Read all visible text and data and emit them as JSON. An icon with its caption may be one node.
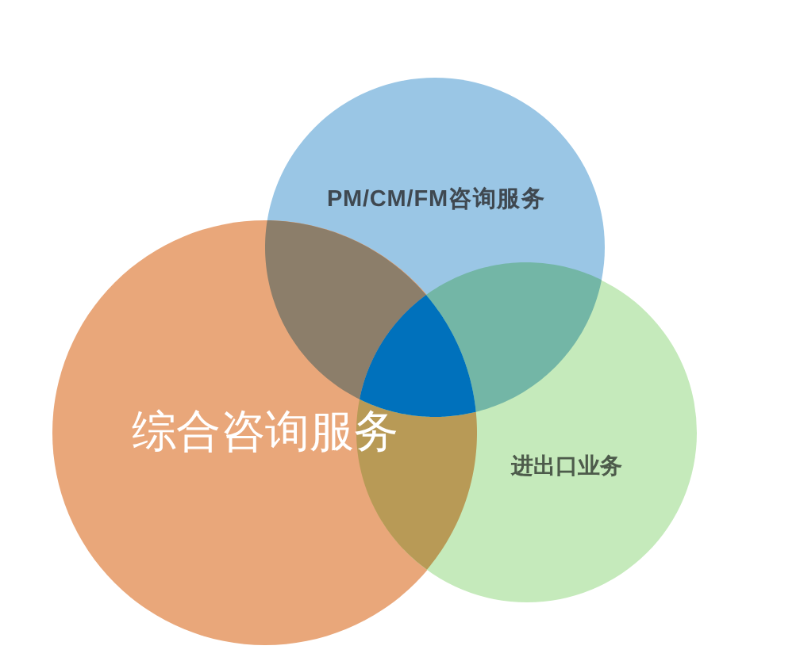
{
  "diagram": {
    "nodes": [
      {
        "text": [
          "PM/CM/FM咨询服务"
        ]
      },
      {
        "text": [
          "综合咨询服务"
        ]
      },
      {
        "text": [
          "进出口业务"
        ]
      }
    ]
  }
}
